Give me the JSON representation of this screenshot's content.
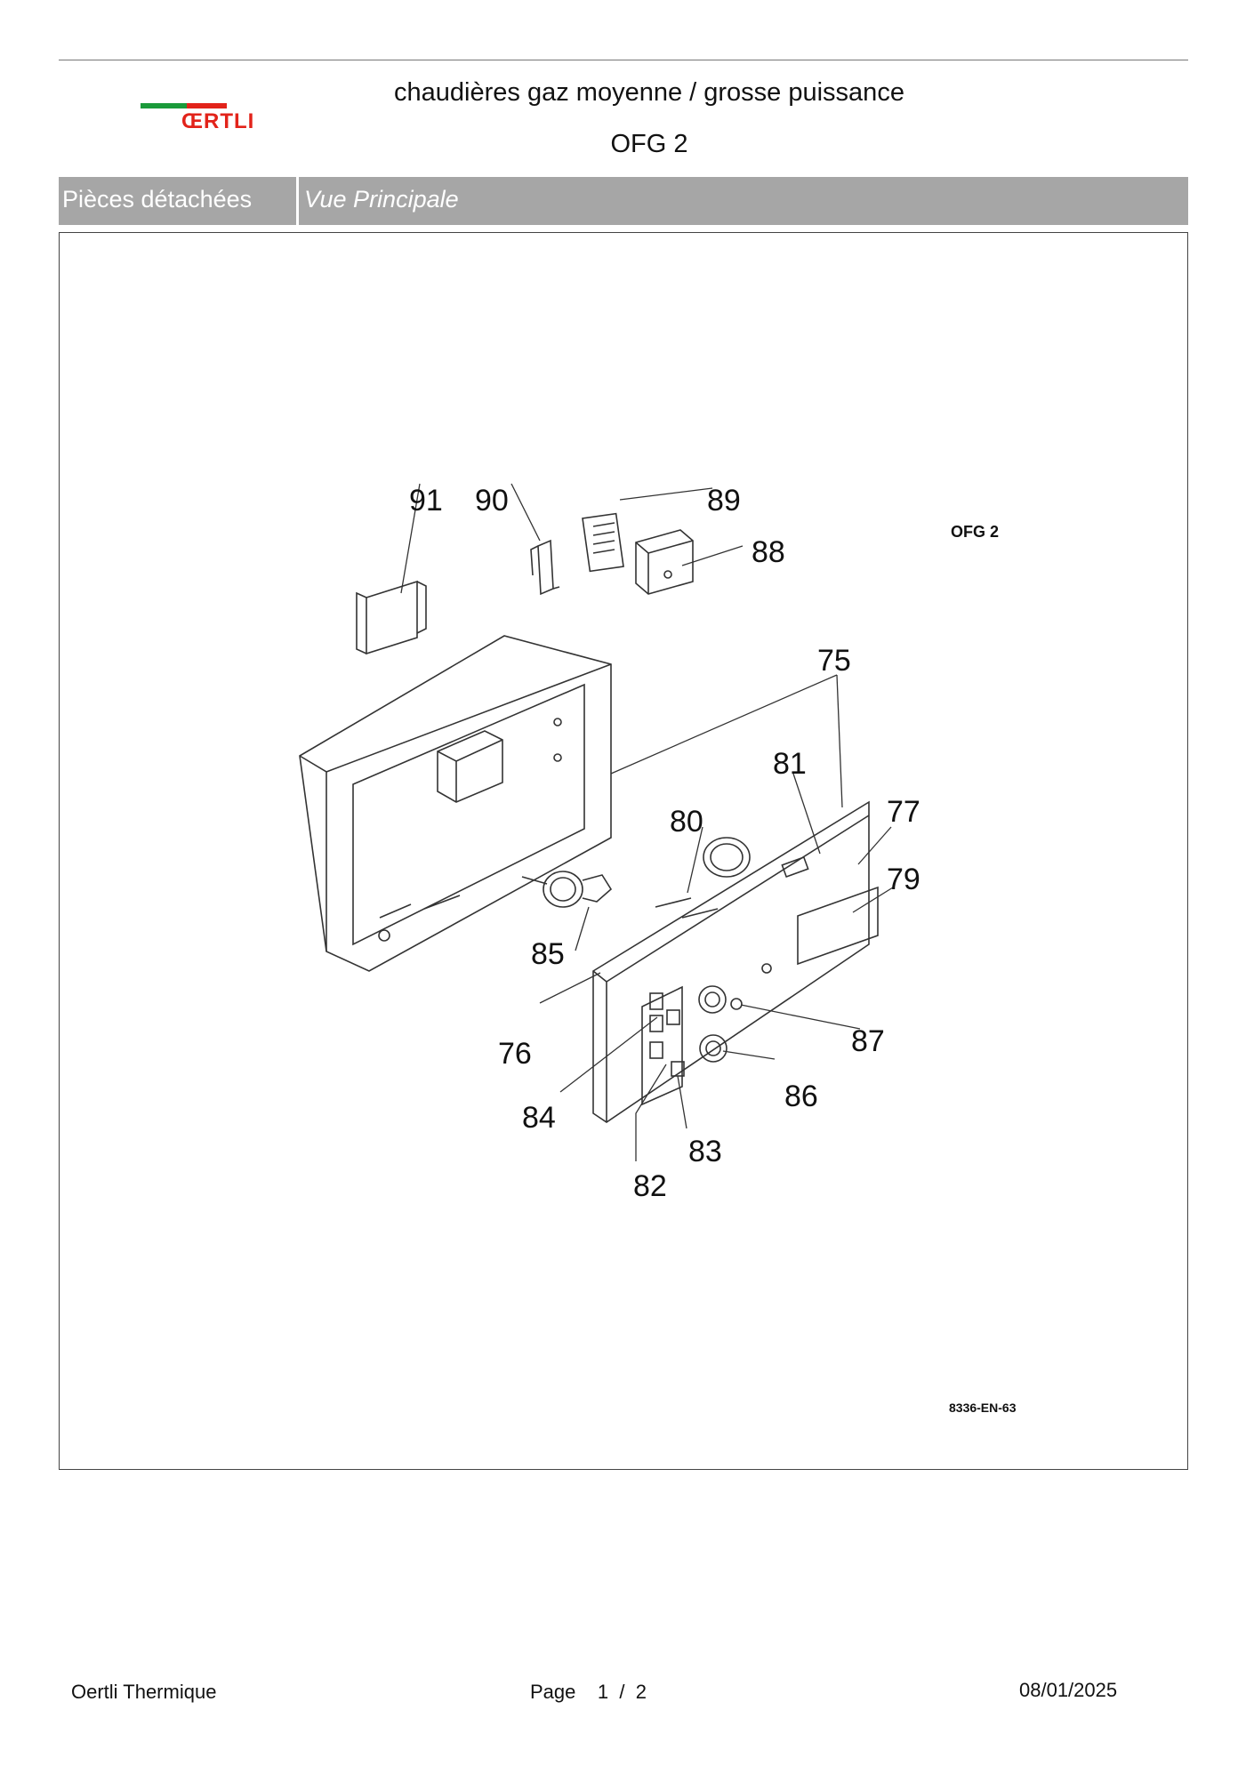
{
  "header": {
    "brand": "ŒRTLI",
    "brand_colors": {
      "green": "#1a9a3a",
      "red": "#e2231a"
    },
    "title": "chaudières gaz moyenne / grosse puissance",
    "subtitle": "OFG 2"
  },
  "section_bar": {
    "left_label": "Pièces détachées",
    "right_label": "Vue Principale",
    "background": "#a6a6a6"
  },
  "figure": {
    "model_label": "OFG 2",
    "drawing_code": "8336-EN-63",
    "part_numbers": [
      "91",
      "90",
      "89",
      "88",
      "75",
      "81",
      "80",
      "77",
      "79",
      "85",
      "76",
      "87",
      "86",
      "84",
      "83",
      "82"
    ]
  },
  "footer": {
    "company": "Oertli Thermique",
    "page_label": "Page",
    "page_current": "1",
    "page_separator": "/",
    "page_total": "2",
    "date": "08/01/2025"
  }
}
